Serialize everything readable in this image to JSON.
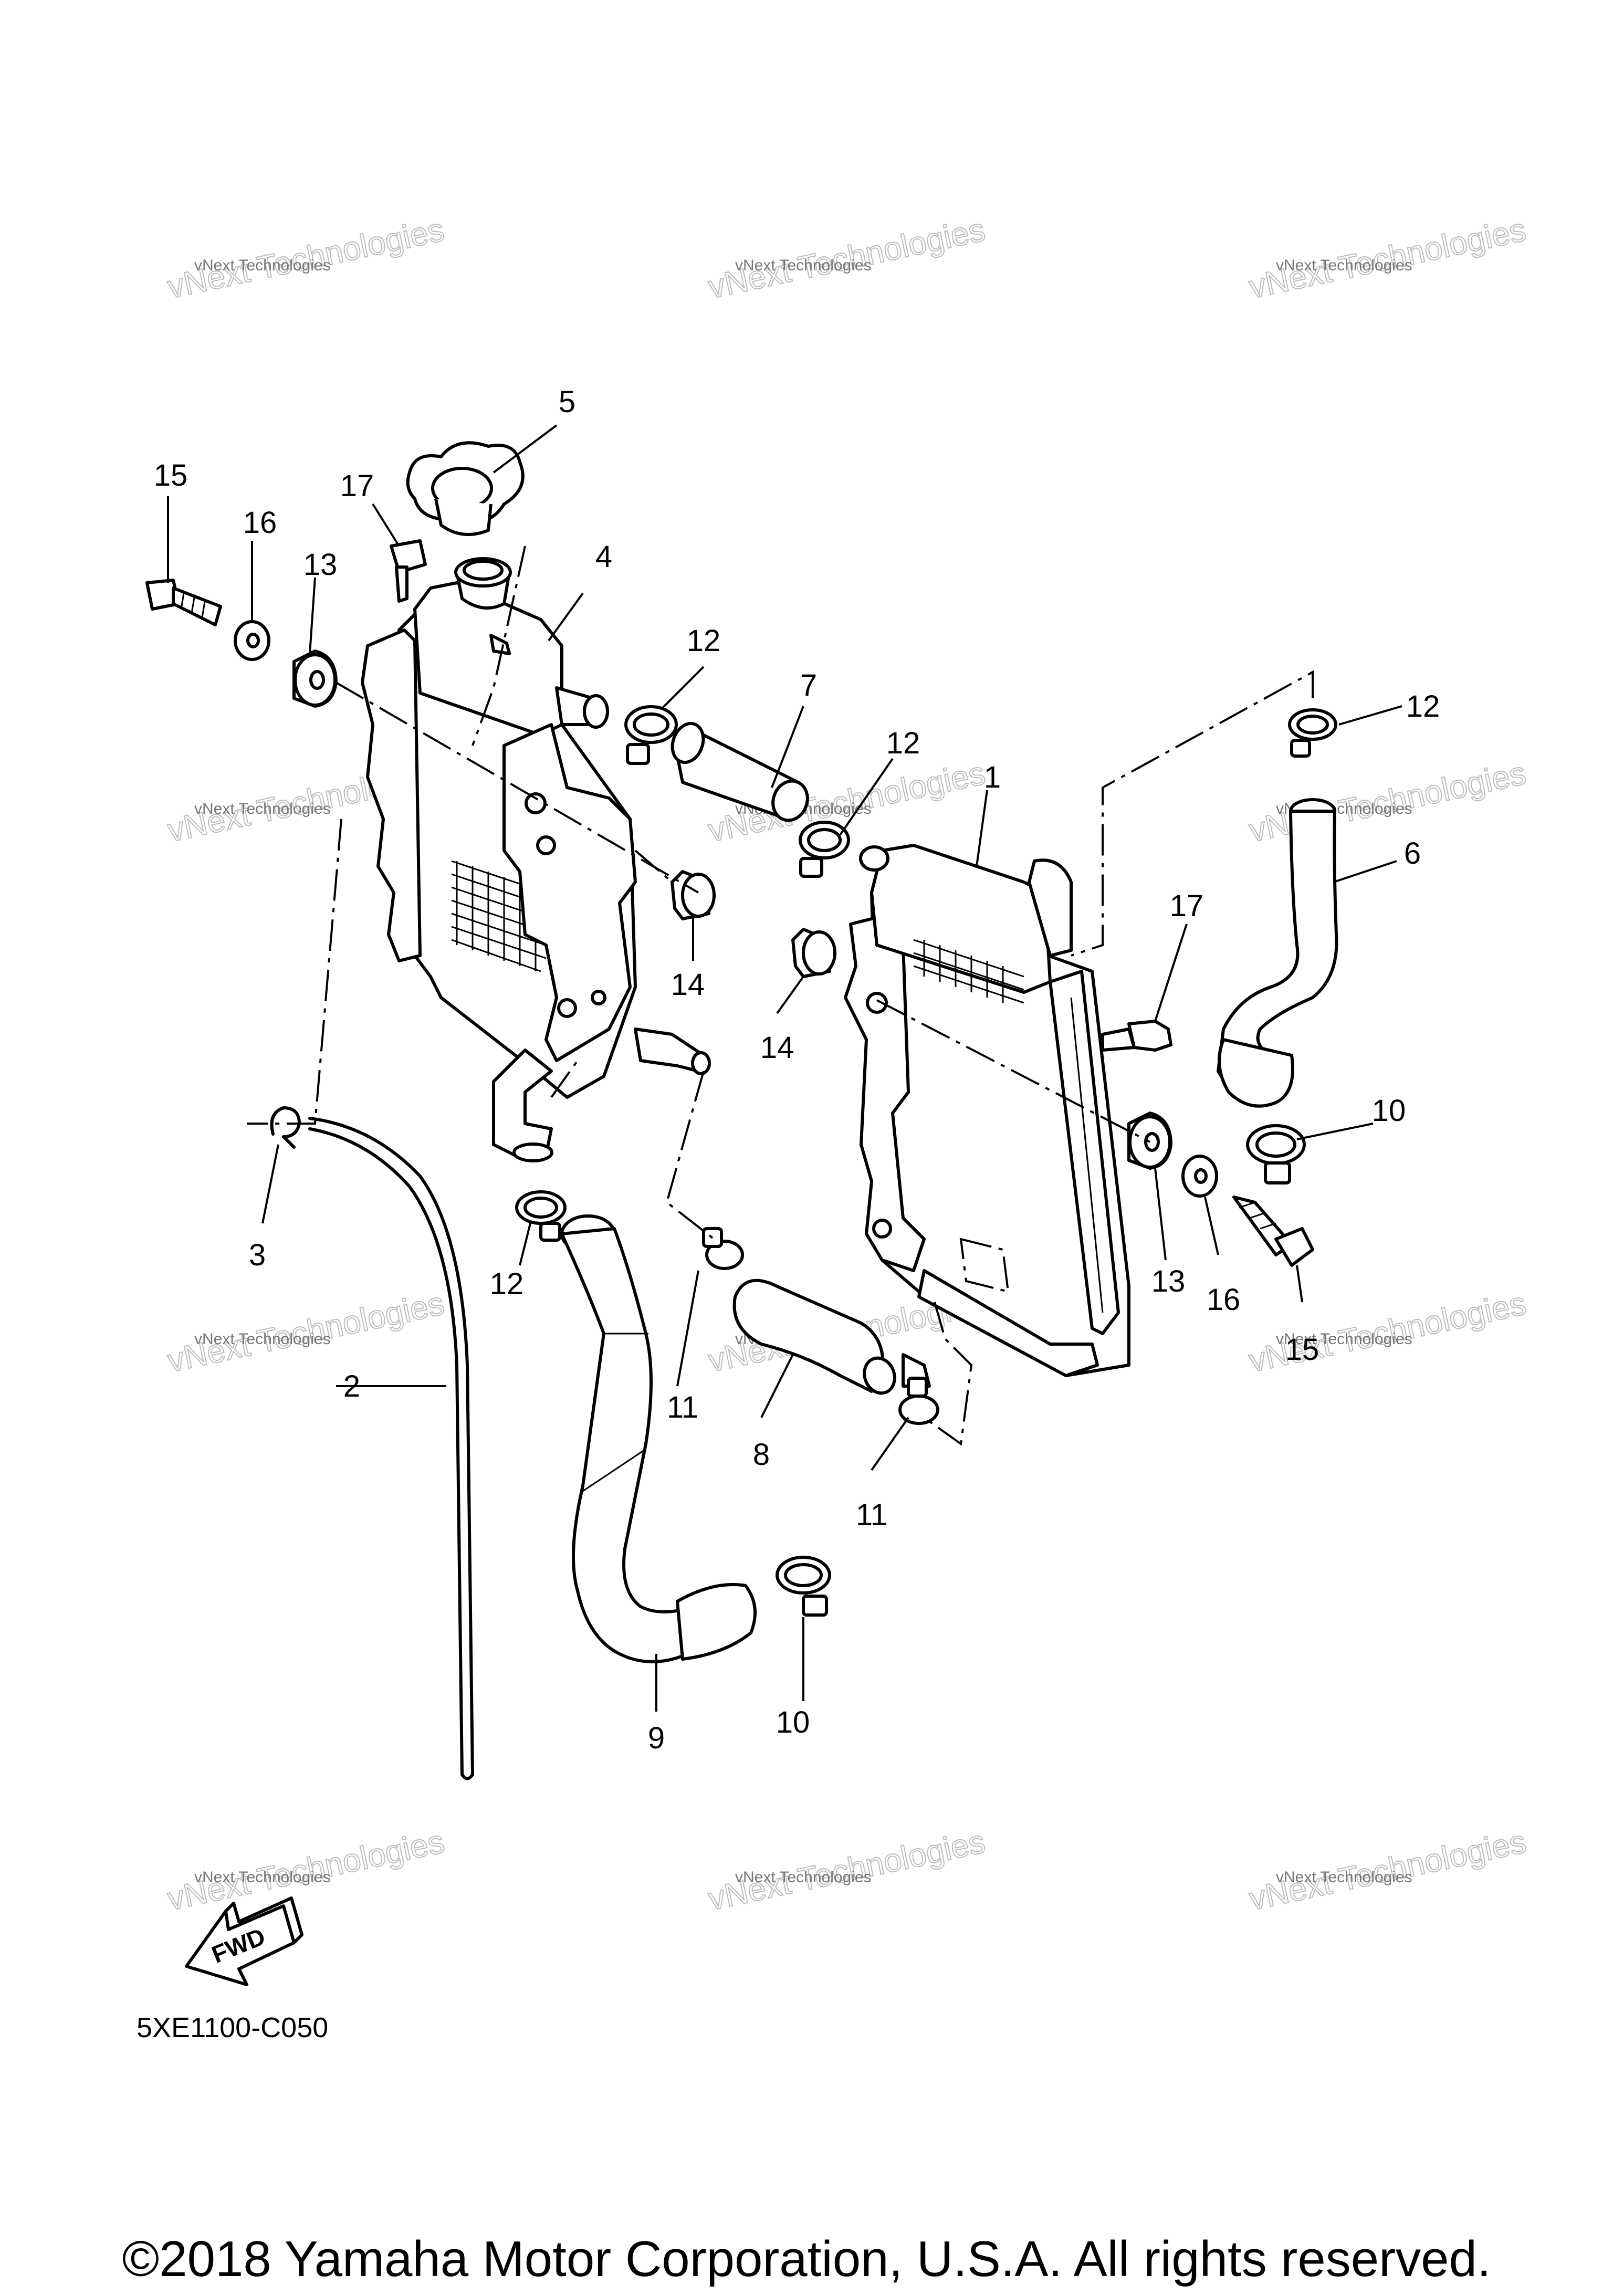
{
  "diagram": {
    "drawing_code": "5XE1100-C050",
    "fwd_label": "FWD",
    "copyright": "©2018 Yamaha Motor Corporation, U.S.A. All rights reserved.",
    "watermark": {
      "line1": "vNext Technologies",
      "line2": "vNext Technologies"
    },
    "callouts": {
      "c1": "1",
      "c2": "2",
      "c3": "3",
      "c4": "4",
      "c5": "5",
      "c6": "6",
      "c7": "7",
      "c8": "8",
      "c9": "9",
      "c10a": "10",
      "c10b": "10",
      "c11a": "11",
      "c11b": "11",
      "c12a": "12",
      "c12b": "12",
      "c12c": "12",
      "c12d": "12",
      "c13a": "13",
      "c13b": "13",
      "c14a": "14",
      "c14b": "14",
      "c15a": "15",
      "c15b": "15",
      "c16a": "16",
      "c16b": "16",
      "c17a": "17",
      "c17b": "17"
    }
  }
}
